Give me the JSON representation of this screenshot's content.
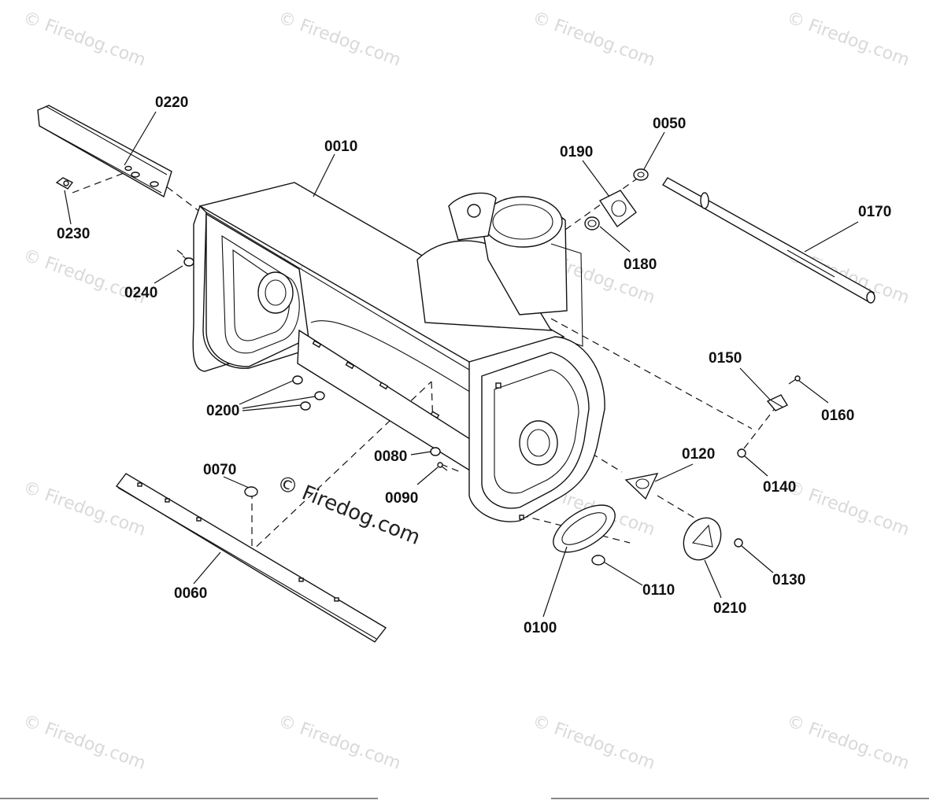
{
  "watermark": {
    "text": "© Firedog.com",
    "center_text": "© Firedog.com"
  },
  "parts": {
    "p0010": "0010",
    "p0050": "0050",
    "p0060": "0060",
    "p0070": "0070",
    "p0080": "0080",
    "p0090": "0090",
    "p0100": "0100",
    "p0110": "0110",
    "p0120": "0120",
    "p0130": "0130",
    "p0140": "0140",
    "p0150": "0150",
    "p0160": "0160",
    "p0170": "0170",
    "p0180": "0180",
    "p0190": "0190",
    "p0200": "0200",
    "p0210": "0210",
    "p0220": "0220",
    "p0230": "0230",
    "p0240": "0240"
  }
}
